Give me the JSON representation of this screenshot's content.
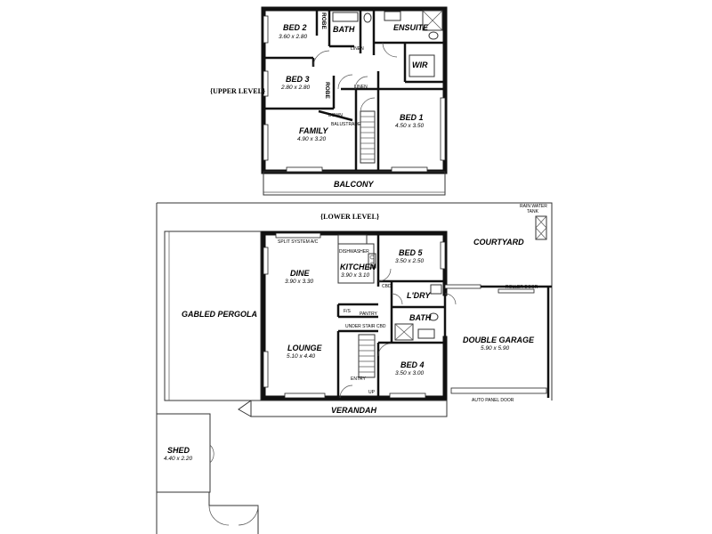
{
  "levels": {
    "upper": "{UPPER LEVEL}",
    "lower": "{LOWER LEVEL}"
  },
  "upper": {
    "bed2": {
      "name": "BED 2",
      "dim": "3.60 x 2.80"
    },
    "bed3": {
      "name": "BED 3",
      "dim": "2.80 x 2.80"
    },
    "bath": "BATH",
    "ensuite": "ENSUITE",
    "wir": "WIR",
    "robe": "ROBE",
    "linen": "LINEN",
    "down": "DOWN",
    "balustrade": "BALUSTRADE",
    "bed1": {
      "name": "BED 1",
      "dim": "4.50 x 3.50"
    },
    "family": {
      "name": "FAMILY",
      "dim": "4.90 x 3.20"
    },
    "balcony": "BALCONY"
  },
  "lower": {
    "rainwater_tank": [
      "RAIN WATER",
      "TANK"
    ],
    "courtyard": "COURTYARD",
    "split_system": "SPLIT SYSTEM A/C",
    "dishwasher": "DISHWASHER",
    "dine": {
      "name": "DINE",
      "dim": "3.90 x 3.30"
    },
    "kitchen": {
      "name": "KITCHEN",
      "dim": "3.90 x 3.10"
    },
    "bed5": {
      "name": "BED 5",
      "dim": "3.50 x 2.50"
    },
    "cbd": "CBD",
    "ldry": "L'DRY",
    "roller_door": "ROLLER DOOR",
    "gabled_pergola": "GABLED PERGOLA",
    "fs": "F/S",
    "pantry": "PANTRY",
    "bath": "BATH",
    "under_stair": "UNDER STAIR CBD",
    "lounge": {
      "name": "LOUNGE",
      "dim": "5.10 x 4.40"
    },
    "double_garage": {
      "name": "DOUBLE GARAGE",
      "dim": "5.90 x 5.90"
    },
    "bed4": {
      "name": "BED 4",
      "dim": "3.50 x 3.00"
    },
    "entry": "ENTRY",
    "up": "UP",
    "auto_panel_door": "AUTO PANEL DOOR",
    "verandah": "VERANDAH",
    "shed": {
      "name": "SHED",
      "dim": "4.40 x 2.20"
    }
  }
}
